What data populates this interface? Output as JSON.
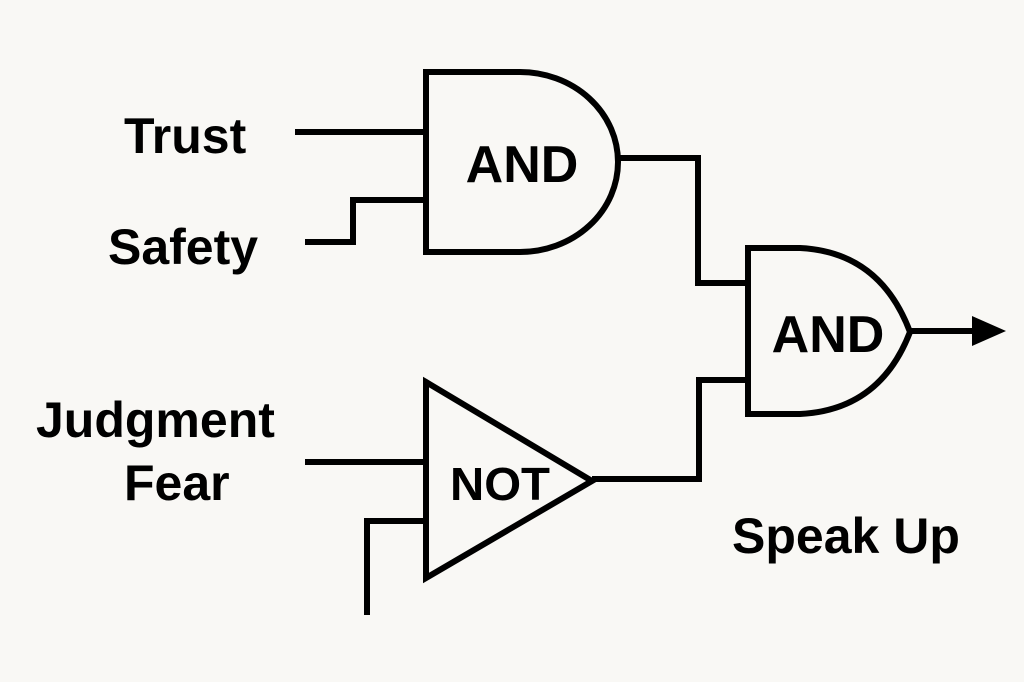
{
  "diagram": {
    "inputs": {
      "trust": "Trust",
      "safety": "Safety",
      "judgment_fear_line1": "Judgment",
      "judgment_fear_line2": "Fear"
    },
    "gates": {
      "gate1": "AND",
      "gate2": "NOT",
      "gate3": "AND"
    },
    "output": "Speak Up",
    "colors": {
      "background": "#f9f8f5",
      "ink": "#000000"
    }
  }
}
